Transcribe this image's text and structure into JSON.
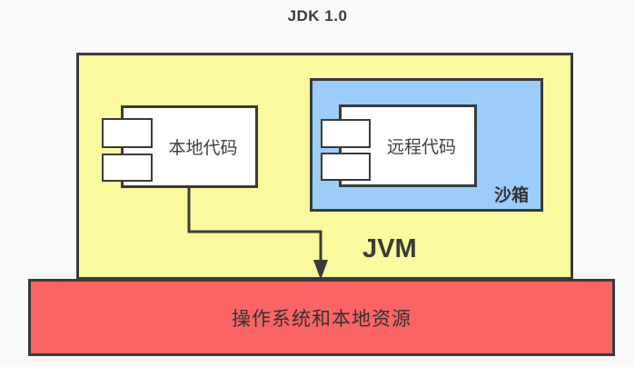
{
  "title": "JDK 1.0",
  "diagram": {
    "jvm_label": "JVM",
    "local_code_label": "本地代码",
    "remote_code_label": "远程代码",
    "sandbox_label": "沙箱",
    "os_label": "操作系统和本地资源"
  },
  "colors": {
    "background": "#f8f8f8",
    "jvm_fill": "#fbf99d",
    "sandbox_fill": "#9ccdf8",
    "os_fill": "#fa6464",
    "node_fill": "#ffffff",
    "border": "#3a3a3a",
    "text": "#3a3a3a"
  }
}
